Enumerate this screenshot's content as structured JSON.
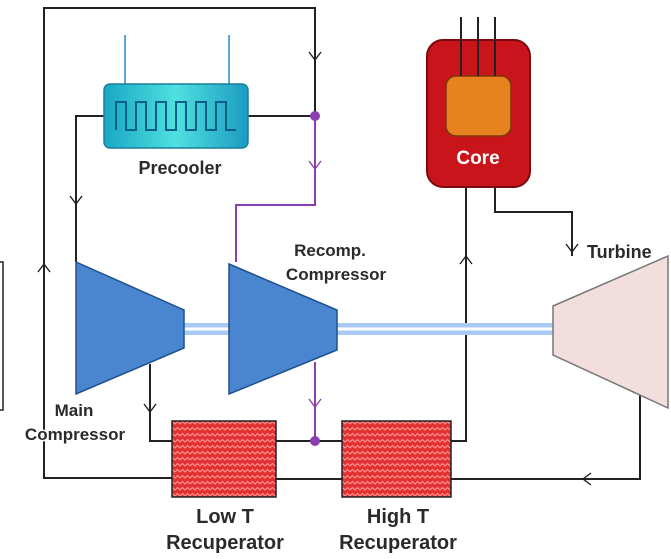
{
  "labels": {
    "precooler": "Precooler",
    "core": "Core",
    "turbine": "Turbine",
    "recomp_line1": "Recomp.",
    "recomp_line2": "Compressor",
    "main_line1": "Main",
    "main_line2": "Compressor",
    "lowt_line1": "Low T",
    "lowt_line2": "Recuperator",
    "hight_line1": "High T",
    "hight_line2": "Recuperator"
  },
  "colors": {
    "precooler": "#3fd0d8",
    "core_outer": "#c8141a",
    "core_inner": "#e8821e",
    "compressor": "#4a86cf",
    "turbine": "#f3dede",
    "recuperator": "#e33131",
    "mixing_node": "#8a3fb0",
    "shaft": "#a9c9f5"
  }
}
